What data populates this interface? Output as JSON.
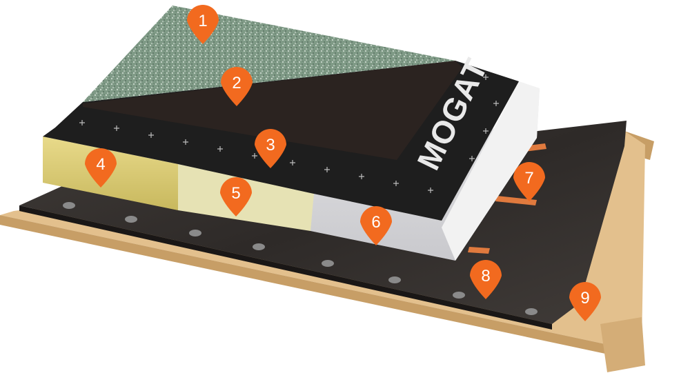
{
  "brand_text": "MOGAT",
  "colors": {
    "marker": "#f26a1f",
    "marker_text": "#ffffff",
    "slate_granules": "#7f9a86",
    "bitumen_top": "#2b2320",
    "black_membrane": "#1e1e1e",
    "mineral_wool": "#d7c872",
    "pir_board": "#e6e2b4",
    "eps_board": "#d9d9dc",
    "white_edge": "#f2f2f2",
    "vapour_membrane": "#3a3634",
    "wood": "#e3c08d",
    "wood_dark": "#c79e66",
    "fastener": "#8a8a8a",
    "copper_dowel": "#e07a3e"
  },
  "markers": [
    {
      "label": "1"
    },
    {
      "label": "2"
    },
    {
      "label": "3"
    },
    {
      "label": "4"
    },
    {
      "label": "5"
    },
    {
      "label": "6"
    },
    {
      "label": "7"
    },
    {
      "label": "8"
    },
    {
      "label": "9"
    }
  ]
}
